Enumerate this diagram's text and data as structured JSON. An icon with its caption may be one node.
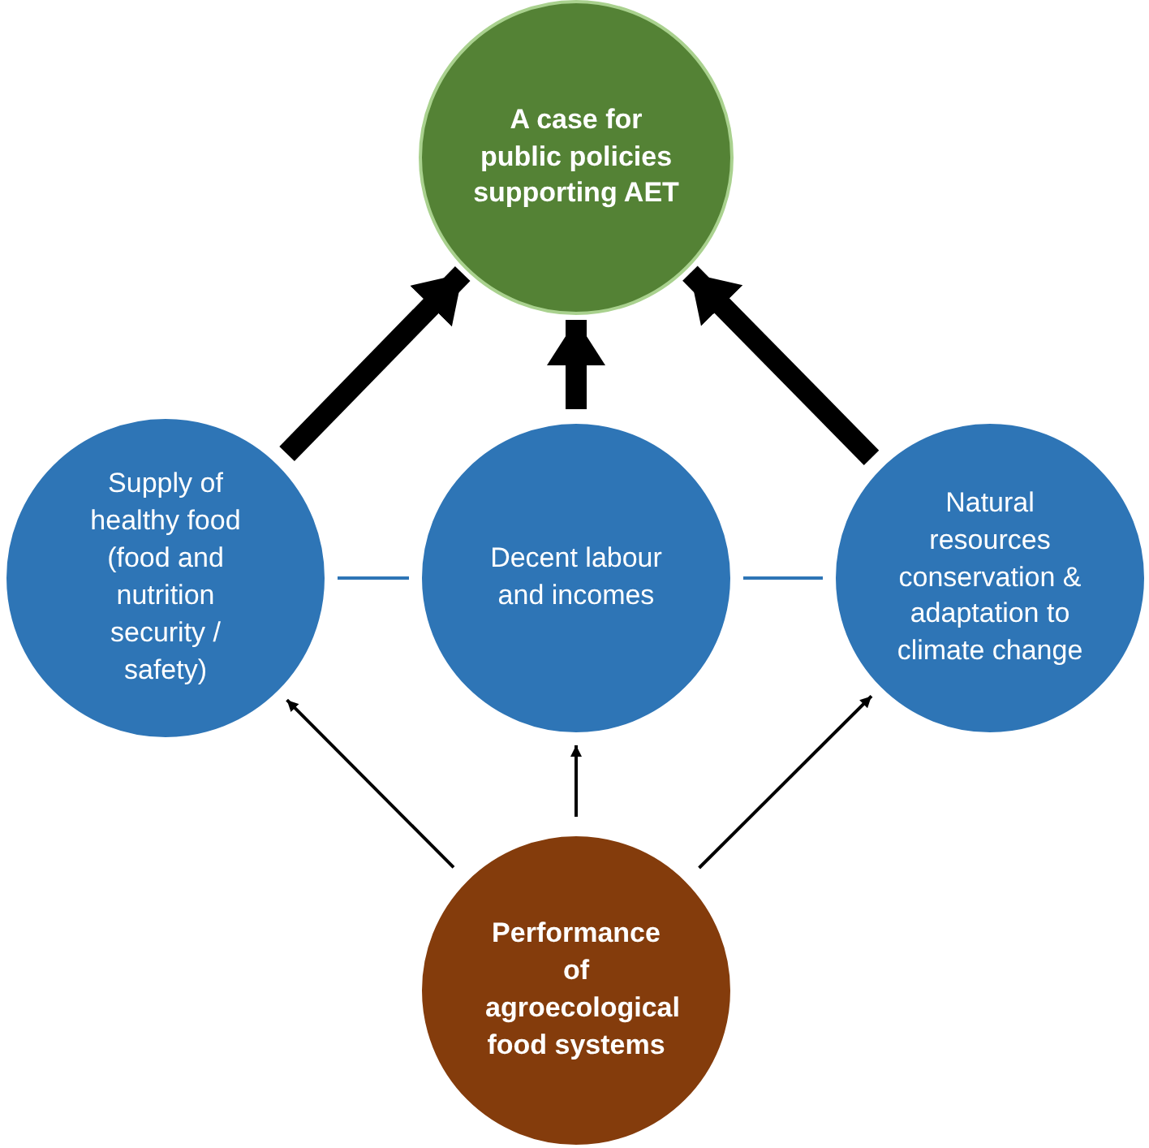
{
  "diagram": {
    "nodes": [
      {
        "text": [
          "A case for public policies supporting AET"
        ]
      },
      {
        "text": [
          "Supply of healthy food (food and nutrition security / safety)"
        ]
      },
      {
        "text": [
          "Decent labour and incomes"
        ]
      },
      {
        "text": [
          "Natural resources conservation & adaptation to climate change"
        ]
      },
      {
        "text": [
          "Performance of agroecological food systems"
        ]
      }
    ],
    "edges": [
      {
        "from": 1,
        "to": 0,
        "arrow": "to",
        "style": "thick"
      },
      {
        "from": 2,
        "to": 0,
        "arrow": "to",
        "style": "thick"
      },
      {
        "from": 3,
        "to": 0,
        "arrow": "to",
        "style": "thick"
      },
      {
        "from": 1,
        "to": 2,
        "arrow": "none",
        "color": "#2e75b6"
      },
      {
        "from": 2,
        "to": 3,
        "arrow": "none",
        "color": "#2e75b6"
      },
      {
        "from": 4,
        "to": 1,
        "arrow": "to"
      },
      {
        "from": 4,
        "to": 2,
        "arrow": "to"
      },
      {
        "from": 4,
        "to": 3,
        "arrow": "to"
      }
    ]
  }
}
